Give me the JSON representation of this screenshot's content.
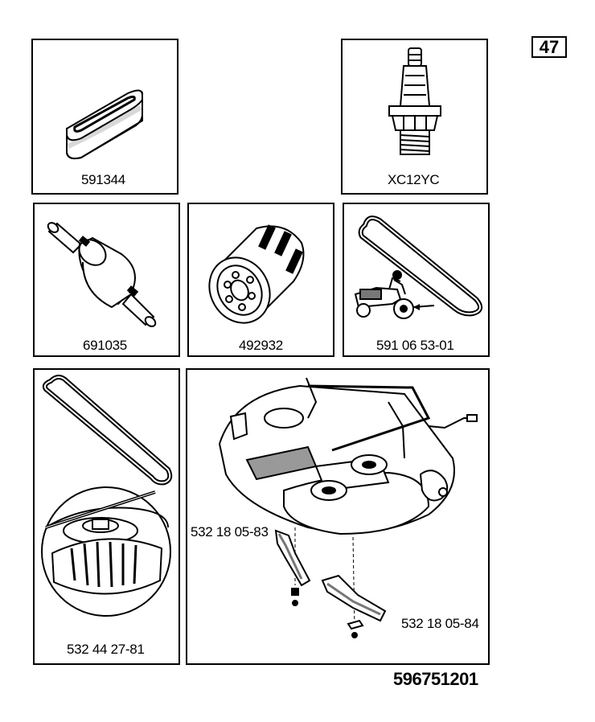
{
  "page_number": "47",
  "document_number": "596751201",
  "parts": {
    "air_filter": "591344",
    "spark_plug": "XC12YC",
    "fuel_filter": "691035",
    "oil_filter": "492932",
    "drive_belt": "591 06 53-01",
    "deck_belt_pulley": "532 44 27-81",
    "blade_left": "532 18 05-83",
    "blade_right": "532 18 05-84"
  }
}
